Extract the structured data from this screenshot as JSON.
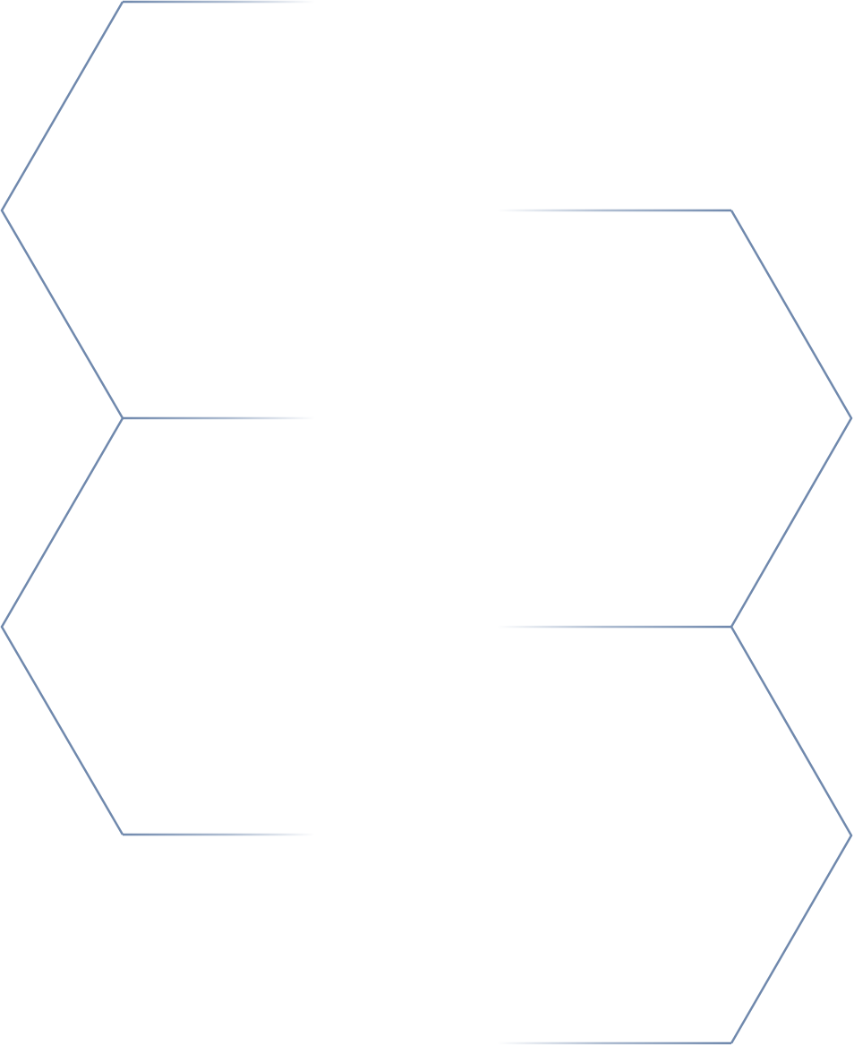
{
  "graphic": {
    "description_free": true,
    "stroke_color": "#7089ad",
    "background_color": "#ffffff",
    "shape": "half-hexagon-outline",
    "fade_direction": "toward-center",
    "shapes": [
      {
        "id": "top-left",
        "opens": "right"
      },
      {
        "id": "top-right",
        "opens": "left"
      },
      {
        "id": "bottom-left",
        "opens": "right"
      },
      {
        "id": "bottom-right",
        "opens": "left"
      }
    ]
  }
}
